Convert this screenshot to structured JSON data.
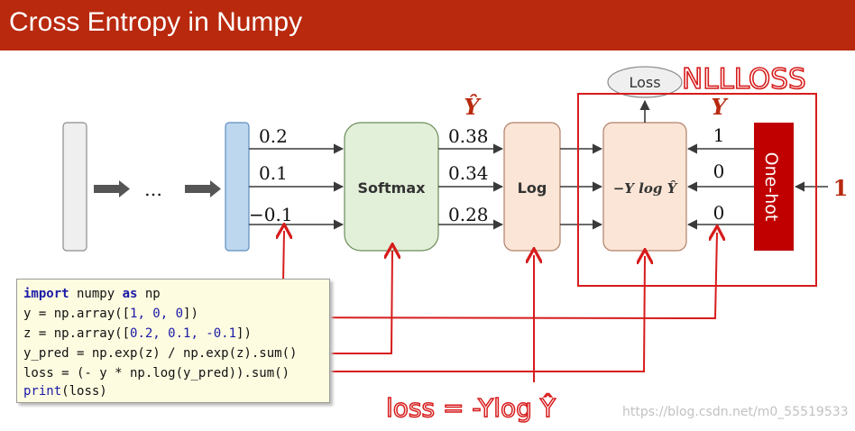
{
  "title": "Cross Entropy in Numpy",
  "pipeline": {
    "ellipsis": "…",
    "logits": [
      "0.2",
      "0.1",
      "−0.1"
    ],
    "softmax_label": "Softmax",
    "probs": [
      "0.38",
      "0.34",
      "0.28"
    ],
    "yhat_label": "Ŷ",
    "log_label": "Log",
    "loss_formula": "−Y log Ŷ",
    "loss_node": "Loss",
    "y_label": "Y",
    "onehot_label": "One-hot",
    "onehot_values": [
      "1",
      "0",
      "0"
    ],
    "class_index": "1"
  },
  "annotations": {
    "nllloss": "NLLLOSS",
    "handwritten_formula": "loss = -Ylog Ŷ"
  },
  "code": {
    "line1_kw": "import",
    "line1_mid": " numpy ",
    "line1_kw2": "as",
    "line1_end": " np",
    "line2_pre": "y = np.array([",
    "line2_nums": "1, 0, 0",
    "line2_post": "])",
    "line3_pre": "z = np.array([",
    "line3_nums": "0.2, 0.1, -0.1",
    "line3_post": "])",
    "line4": "y_pred = np.exp(z) / np.exp(z).sum()",
    "line5": "loss = (- y * np.log(y_pred)).sum()",
    "line6_kw": "print",
    "line6_end": "(loss)"
  },
  "watermark": "https://blog.csdn.net/m0_55519533",
  "colors": {
    "title_bar": "#b8290e",
    "annotation_red": "#d71c1c",
    "onehot_red": "#c00000",
    "softmax_fill": "#e2efd9",
    "log_fill": "#fbe5d6",
    "logit_fill": "#bdd7ee",
    "input_fill": "#efefef"
  }
}
